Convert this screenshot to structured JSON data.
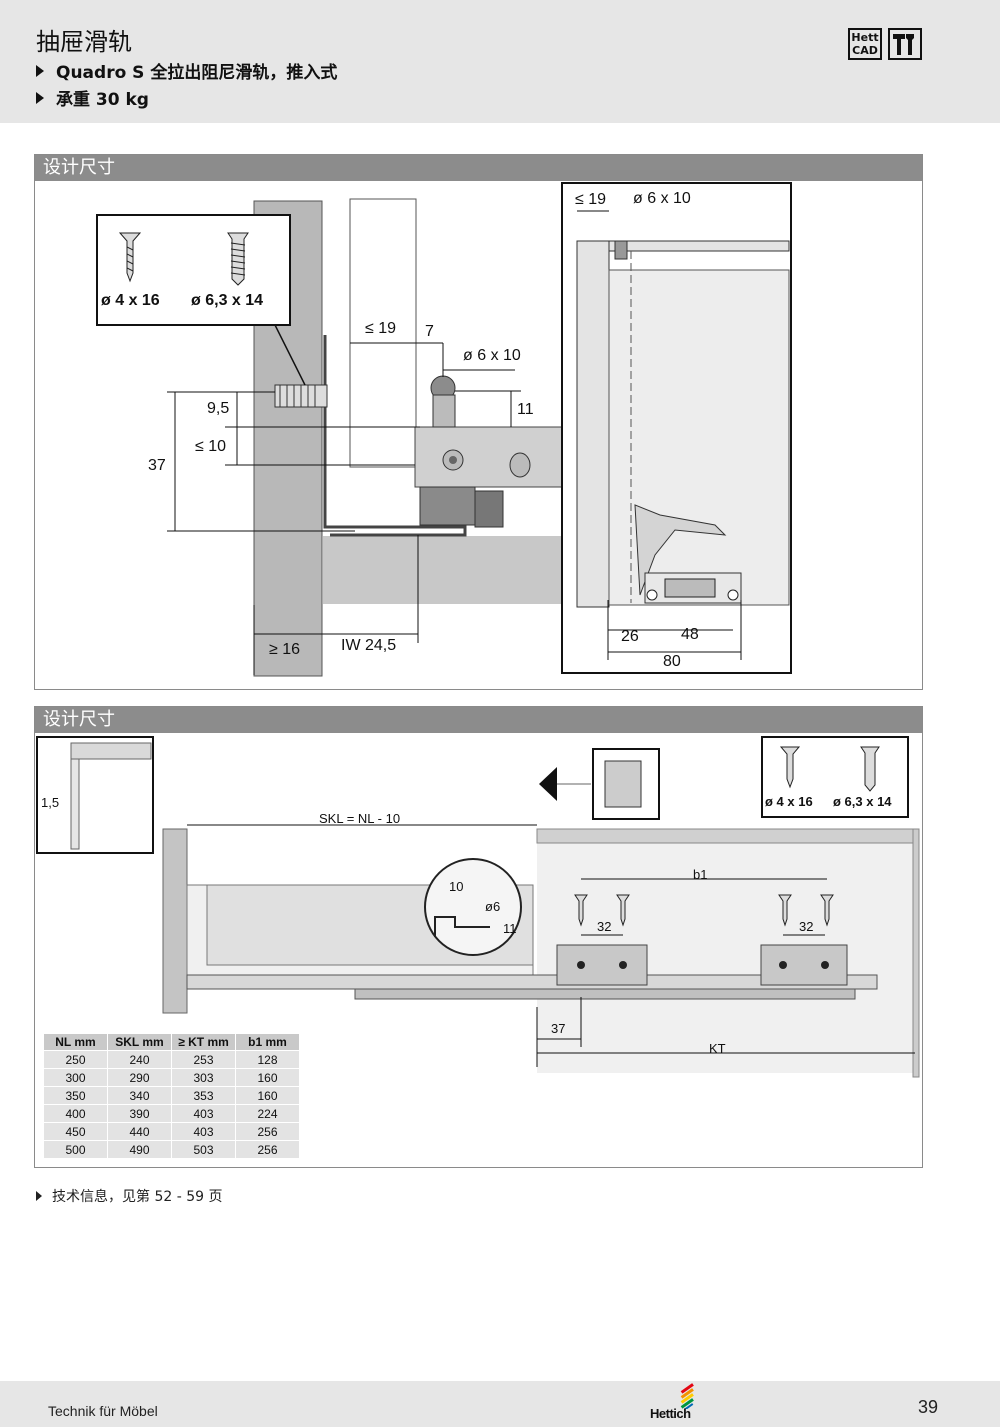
{
  "header": {
    "title": "抽屉滑轨",
    "line1": "Quadro S 全拉出阻尼滑轨，推入式",
    "line2": "承重 30 kg",
    "badge_cad_line1": "Hett",
    "badge_cad_line2": "CAD"
  },
  "panel1": {
    "title": "设计尺寸",
    "screw1": "ø 4 x 16",
    "screw2": "ø 6,3 x 14",
    "dim_le19": "≤ 19",
    "dim_7": "7",
    "dim_phi6x10": "ø 6 x 10",
    "dim_11": "11",
    "dim_9_5": "9,5",
    "dim_le10": "≤ 10",
    "dim_37": "37",
    "dim_ge16": "≥ 16",
    "dim_iw": "IW 24,5",
    "right_le19": "≤ 19",
    "right_phi": "ø 6 x 10",
    "dim_26": "26",
    "dim_48": "48",
    "dim_80": "80"
  },
  "panel2": {
    "title": "设计尺寸",
    "dim_1_5": "1,5",
    "skl_formula": "SKL = NL - 10",
    "detail_10": "10",
    "detail_phi6": "ø6",
    "detail_11": "11",
    "dim_b1": "b1",
    "dim_32a": "32",
    "dim_32b": "32",
    "dim_37": "37",
    "dim_kt": "KT",
    "screw1": "ø 4 x 16",
    "screw2": "ø 6,3 x 14",
    "table": {
      "headers": [
        "NL mm",
        "SKL mm",
        "≥ KT mm",
        "b1 mm"
      ],
      "rows": [
        [
          "250",
          "240",
          "253",
          "128"
        ],
        [
          "300",
          "290",
          "303",
          "160"
        ],
        [
          "350",
          "340",
          "353",
          "160"
        ],
        [
          "400",
          "390",
          "403",
          "224"
        ],
        [
          "450",
          "440",
          "403",
          "256"
        ],
        [
          "500",
          "490",
          "503",
          "256"
        ]
      ]
    }
  },
  "note": "技术信息，见第 52 - 59 页",
  "footer": {
    "left": "Technik für Möbel",
    "logo": "Hettich",
    "page": "39"
  }
}
